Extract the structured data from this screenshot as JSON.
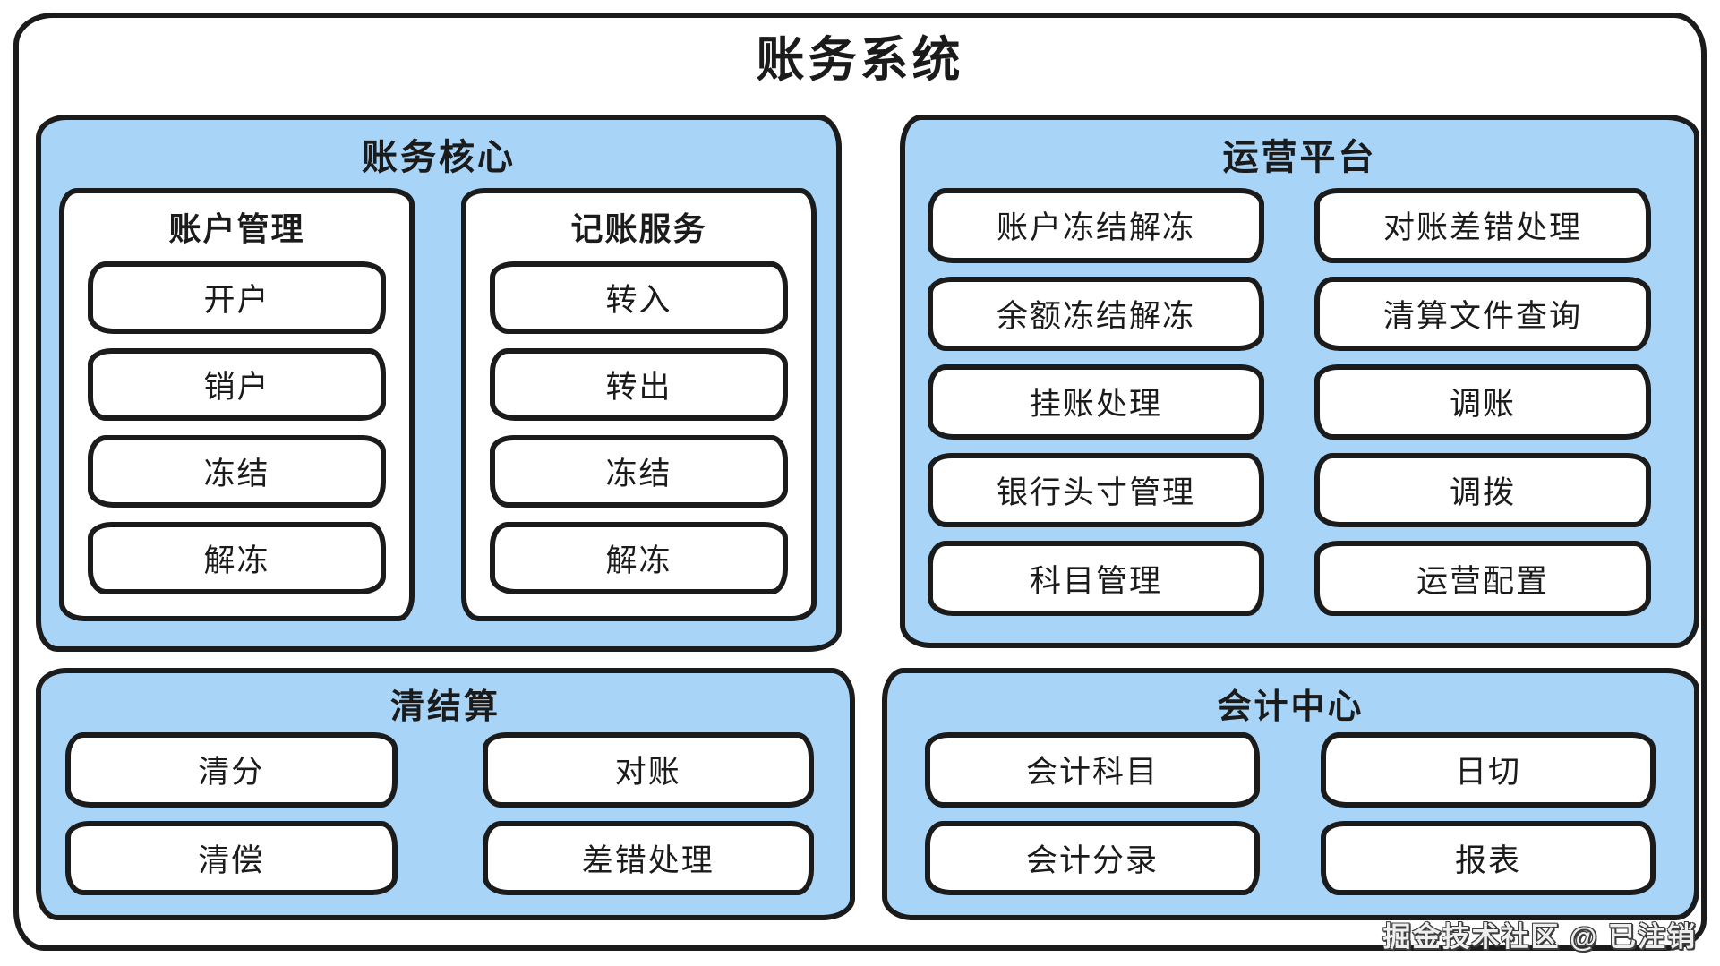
{
  "title": "账务系统",
  "watermark": "掘金技术社区 @ 已注销",
  "colors": {
    "panel_blue": "#a7d4f7",
    "ink": "#1b1b1b",
    "box_bg": "#ffffff"
  },
  "panels": {
    "core": {
      "title": "账务核心",
      "groups": [
        {
          "title": "账户管理",
          "items": [
            "开户",
            "销户",
            "冻结",
            "解冻"
          ]
        },
        {
          "title": "记账服务",
          "items": [
            "转入",
            "转出",
            "冻结",
            "解冻"
          ]
        }
      ]
    },
    "ops": {
      "title": "运营平台",
      "columns": [
        [
          "账户冻结解冻",
          "余额冻结解冻",
          "挂账处理",
          "银行头寸管理",
          "科目管理"
        ],
        [
          "对账差错处理",
          "清算文件查询",
          "调账",
          "调拨",
          "运营配置"
        ]
      ]
    },
    "settle": {
      "title": "清结算",
      "columns": [
        [
          "清分",
          "清偿"
        ],
        [
          "对账",
          "差错处理"
        ]
      ]
    },
    "acct": {
      "title": "会计中心",
      "columns": [
        [
          "会计科目",
          "会计分录"
        ],
        [
          "日切",
          "报表"
        ]
      ]
    }
  }
}
